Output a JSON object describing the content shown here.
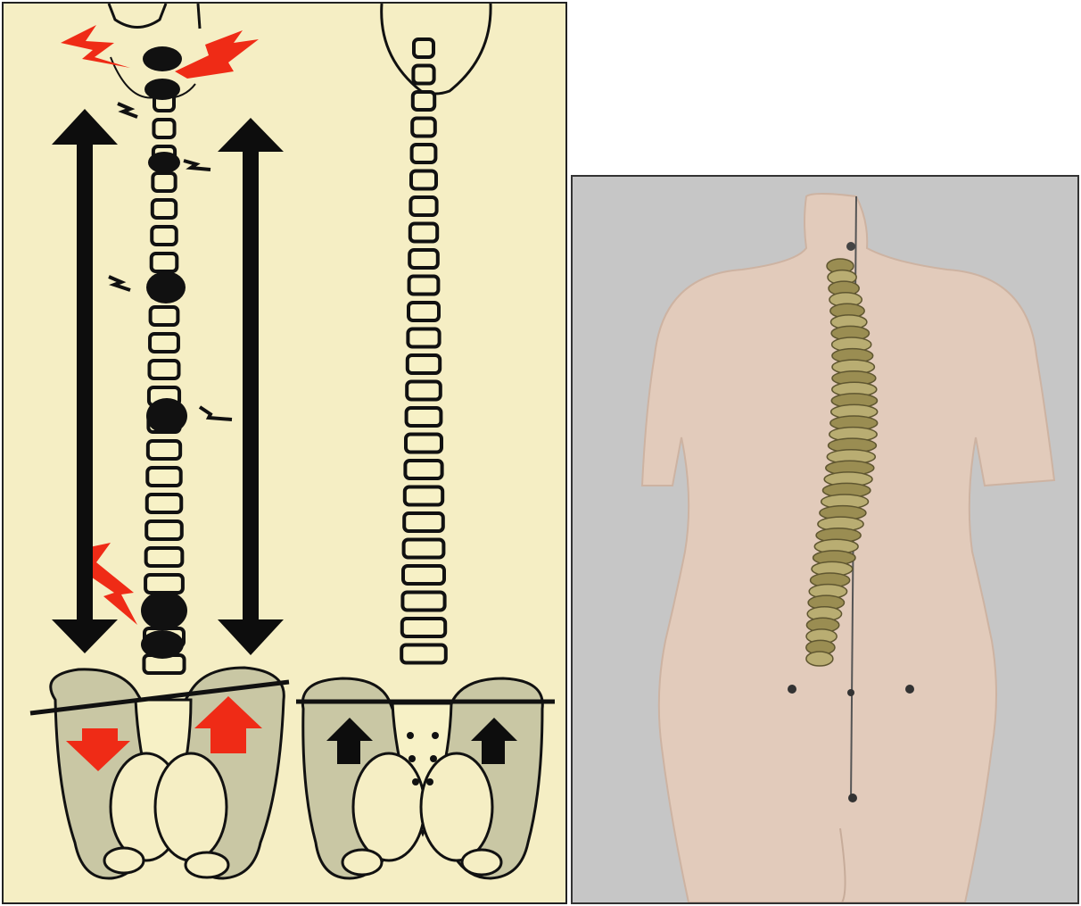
{
  "figure": {
    "panels": [
      {
        "id": "left",
        "content": "spine-comparison-illustration",
        "spines": [
          "misaligned-spine",
          "aligned-spine"
        ]
      },
      {
        "id": "right",
        "content": "back-torso-3d-spine-model"
      }
    ]
  },
  "colors": {
    "left_background": "#f5eec4",
    "right_background": "#c6c6c6",
    "vertebra_fill": "#f7f1c6",
    "pelvis_bone": "#c9c7a4",
    "pain_red": "#ef2b16",
    "arrow_black": "#0d0d0d",
    "skin": "#e2cbbb",
    "spine_bone": "#a89b5f"
  },
  "icons": [
    "pain-lightning-icon",
    "double-headed-arrow-icon",
    "tilt-arrow-icon",
    "upward-arrow-icon"
  ]
}
